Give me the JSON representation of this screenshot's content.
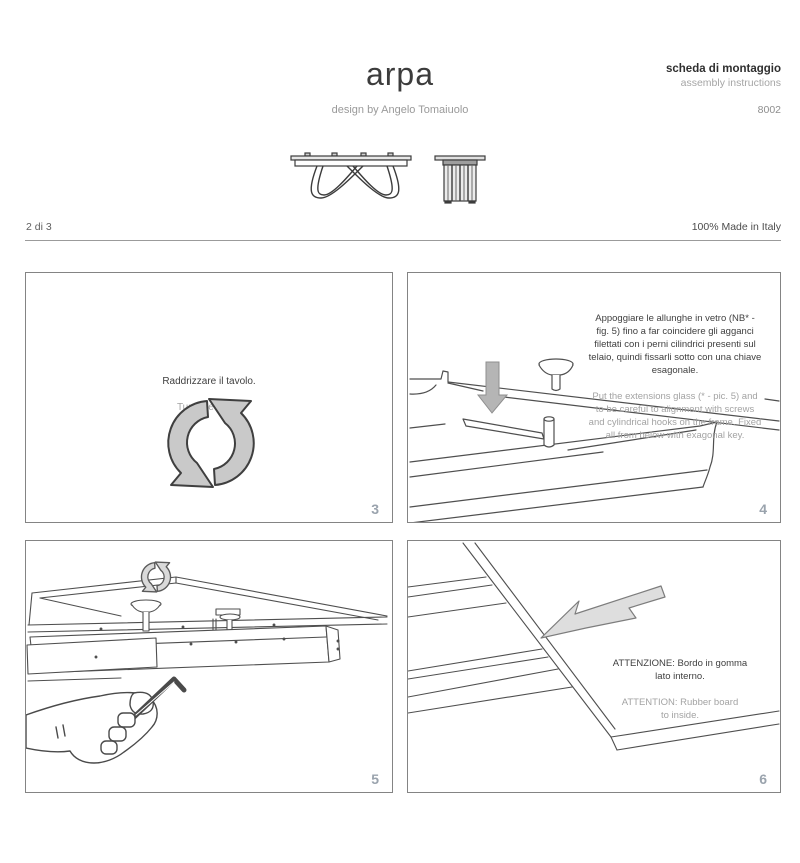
{
  "header": {
    "product_name": "arpa",
    "designer": "design by Angelo Tomaiuolo",
    "doc_title": "scheda di montaggio",
    "doc_subtitle": "assembly instructions",
    "model_number": "8002"
  },
  "meta": {
    "page_indicator": "2 di 3",
    "made_in": "100% Made in Italy"
  },
  "panels": [
    {
      "number": "3",
      "caption_it": "Raddrizzare il tavolo.",
      "caption_en": "Turn the table."
    },
    {
      "number": "4",
      "caption_it": "Appoggiare le allunghe in vetro (NB* -\nfig. 5) fino a far coincidere gli agganci\nfilettati con i perni cilindrici presenti sul\ntelaio, quindi fissarli sotto con una chiave\nesagonale.",
      "caption_en": "Put the extensions glass (* - pic. 5) and\nto be careful to alignment with screws\nand cylindrical hooks on the frame. Fixed\nall from below with exagonal key."
    },
    {
      "number": "5"
    },
    {
      "number": "6",
      "caption_it": "ATTENZIONE: Bordo in gomma\nlato interno.",
      "caption_en": "ATTENTION: Rubber board\nto inside."
    }
  ],
  "icons": {
    "front_view": "table-front-view-icon",
    "side_view": "table-side-view-icon",
    "rotate": "rotate-arrows-icon",
    "down_arrow": "down-arrow-icon",
    "left_arrow": "left-arrow-icon",
    "hex_key": "hex-key-icon"
  },
  "colors": {
    "text_dark": "#3f3f3f",
    "text_gray": "#a3a3a3",
    "panel_number_gray": "#9aa3ad",
    "panel_border": "#848484",
    "arrow_fill": "#c9c9c9",
    "arrow_fill_light": "#dedede",
    "arrow_fill_mid": "#b5b5b5"
  }
}
